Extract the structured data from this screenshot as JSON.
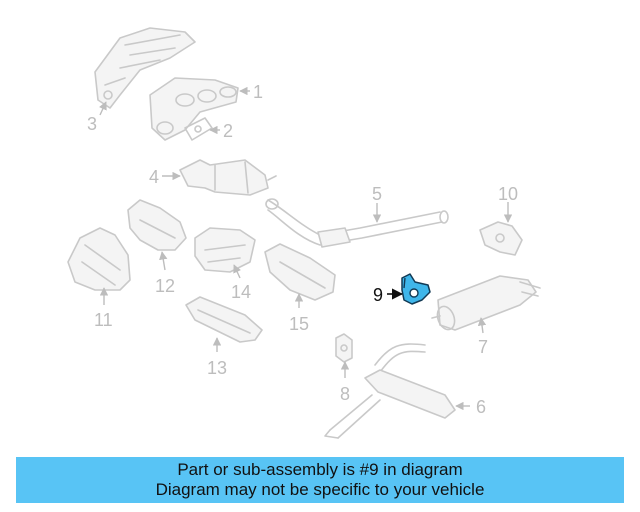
{
  "diagram": {
    "callouts": [
      {
        "id": "1",
        "label": "1"
      },
      {
        "id": "2",
        "label": "2"
      },
      {
        "id": "3",
        "label": "3"
      },
      {
        "id": "4",
        "label": "4"
      },
      {
        "id": "5",
        "label": "5"
      },
      {
        "id": "6",
        "label": "6"
      },
      {
        "id": "7",
        "label": "7"
      },
      {
        "id": "8",
        "label": "8"
      },
      {
        "id": "9",
        "label": "9"
      },
      {
        "id": "10",
        "label": "10"
      },
      {
        "id": "11",
        "label": "11"
      },
      {
        "id": "12",
        "label": "12"
      },
      {
        "id": "13",
        "label": "13"
      },
      {
        "id": "14",
        "label": "14"
      },
      {
        "id": "15",
        "label": "15"
      }
    ],
    "highlight_color": "#3fb6ea",
    "banner_color": "#58c4f5"
  },
  "banner": {
    "line1": "Part or sub-assembly is #9 in diagram",
    "line2": "Diagram may not be specific to your vehicle"
  }
}
